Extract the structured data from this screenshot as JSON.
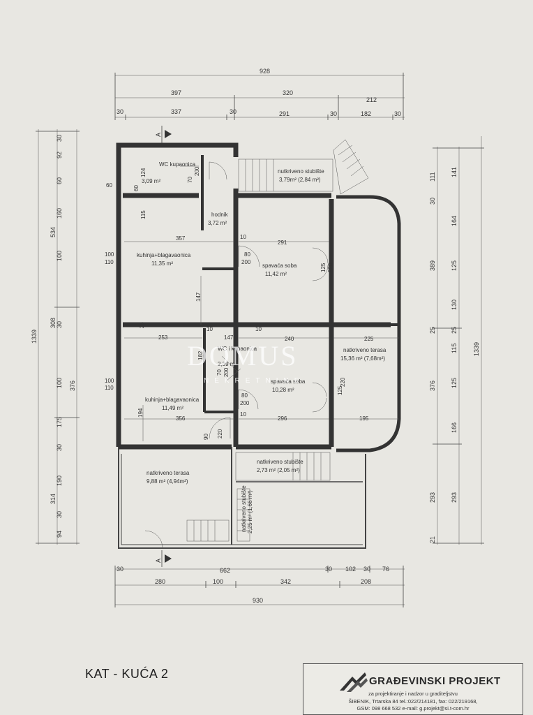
{
  "caption": "KAT - KUĆA 2",
  "company": {
    "name": "GRAĐEVINSKI PROJEKT",
    "line1": "za projektiranje i nadzor u graditeljstvu",
    "line2": "ŠIBENIK, Trtarska 84 tel.:022/214181, fax: 022/219168,",
    "line3": "GSM: 098 668 532 e-mail: g.projekt@si.t-com.hr"
  },
  "watermark": {
    "main": "DOMUS",
    "sub": "NEKRETNINE"
  },
  "section_marker": "A",
  "dims_top": {
    "total": "928",
    "row2": [
      "397",
      "320",
      "212"
    ],
    "row3": [
      "30",
      "337",
      "30",
      "291",
      "30",
      "182",
      "30"
    ]
  },
  "dims_bottom": {
    "row1": [
      "30",
      "662",
      "30",
      "102",
      "30",
      "76"
    ],
    "row2": [
      "280",
      "100",
      "342",
      "208"
    ],
    "total": "930"
  },
  "dims_left": {
    "total": "1339",
    "row2": [
      "534",
      "308",
      "376",
      "314"
    ],
    "row3": [
      "30",
      "92",
      "60",
      "160",
      "100",
      "30",
      "100",
      "175",
      "30",
      "190",
      "30",
      "94"
    ]
  },
  "dims_right": {
    "total": "1339",
    "row2": [
      "141",
      "164",
      "125",
      "130",
      "25",
      "115",
      "125",
      "166",
      "293"
    ],
    "row3": [
      "111",
      "30",
      "389",
      "25",
      "376",
      "293",
      "21"
    ]
  },
  "rooms": [
    {
      "name": "WC\nkupaonica",
      "area": "3,09 m²"
    },
    {
      "name": "nutkriveno stubište",
      "area": "3,79m² (2,84 m²)"
    },
    {
      "name": "hodnik",
      "area": "3,72 m²"
    },
    {
      "name": "kuhinja+blagavaonica",
      "area": "11,35 m²"
    },
    {
      "name": "spavaća soba",
      "area": "11,42 m²"
    },
    {
      "name": "WC\ni kupaonica",
      "area": "2,39 m²"
    },
    {
      "name": "natkriveno terasa",
      "area": "15,36 m² (7,68m²)"
    },
    {
      "name": "spavaća soba",
      "area": "10,28 m²"
    },
    {
      "name": "kuhinja+blagavaonica",
      "area": "11,49 m²"
    },
    {
      "name": "natkriveno stubište",
      "area": "2,73 m² (2,05 m²)"
    },
    {
      "name": "natkriveno terasa",
      "area": "9,88 m² (4,94m²)"
    },
    {
      "name": "natkriveno stubište",
      "area": "2,25 m² (1,66 m²)"
    }
  ],
  "inner_dims": [
    "124",
    "70",
    "200",
    "60",
    "115",
    "10",
    "357",
    "291",
    "100",
    "110",
    "80",
    "200",
    "125",
    "220",
    "25",
    "147",
    "253",
    "147",
    "240",
    "225",
    "10",
    "10",
    "182",
    "70",
    "200",
    "100",
    "110",
    "80",
    "200",
    "125",
    "220",
    "194",
    "356",
    "296",
    "195",
    "90",
    "220",
    "10",
    "60"
  ]
}
